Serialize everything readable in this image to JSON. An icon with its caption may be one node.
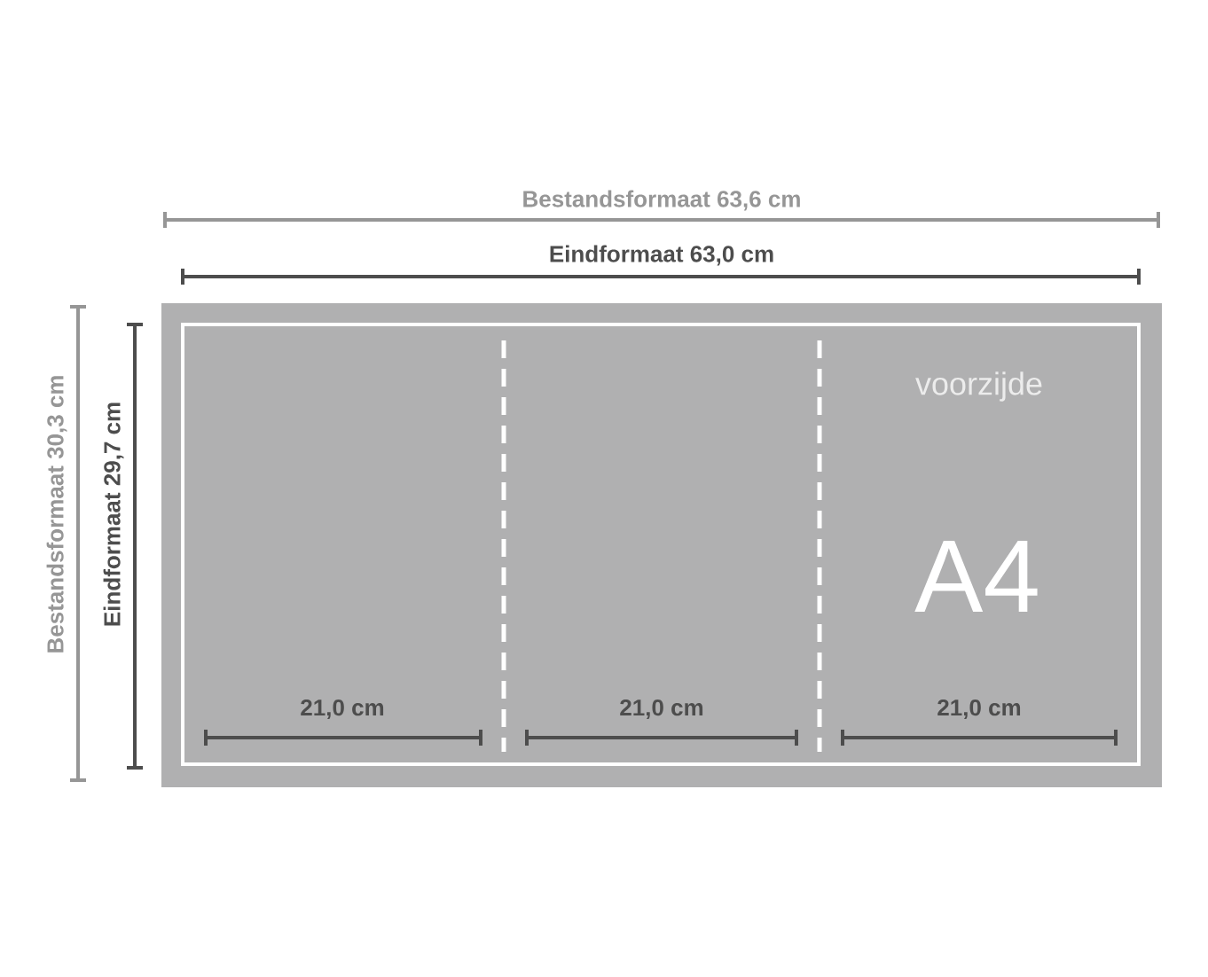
{
  "diagram": {
    "nodes": [
      {
        "text": [],
        "shape": "box"
      },
      {
        "text": [],
        "shape": "box",
        "in": 0
      },
      {
        "text": [
          "voorzijde",
          "A4"
        ],
        "in": 1
      }
    ],
    "labels": [
      "Bestandsformaat 63,6 cm",
      "Eindformaat 63,0 cm",
      "Bestandsformaat 30,3 cm",
      "Eindformaat 29,7 cm",
      "21,0 cm",
      "21,0 cm",
      "21,0 cm"
    ]
  }
}
